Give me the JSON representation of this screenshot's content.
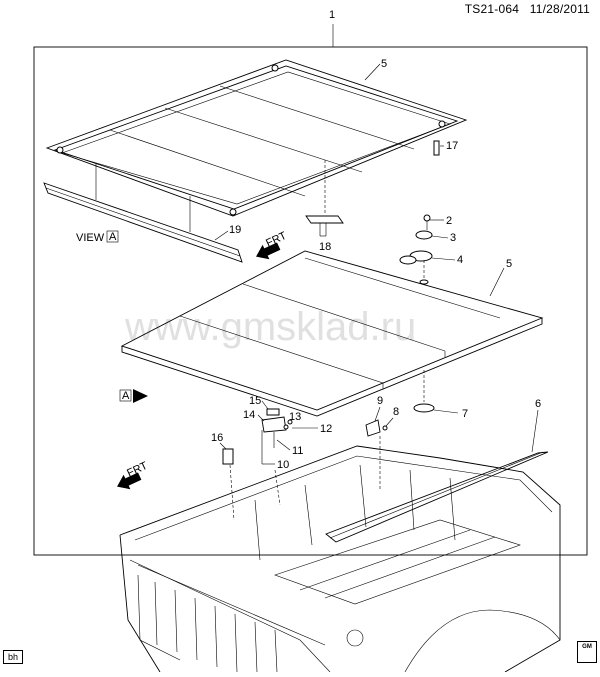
{
  "header": {
    "diagram_ref": "TS21-064",
    "date": "11/28/2011"
  },
  "watermark": "www.gmsklad.ru",
  "view_label": {
    "text": "VIEW",
    "box": "A"
  },
  "section_marker": "A",
  "frt_labels": [
    "FRT",
    "FRT"
  ],
  "callouts": [
    "1",
    "2",
    "3",
    "4",
    "5",
    "5",
    "6",
    "7",
    "8",
    "9",
    "10",
    "11",
    "12",
    "13",
    "14",
    "15",
    "16",
    "17",
    "18",
    "19"
  ],
  "corner_badge": "bh",
  "logo": "GM"
}
